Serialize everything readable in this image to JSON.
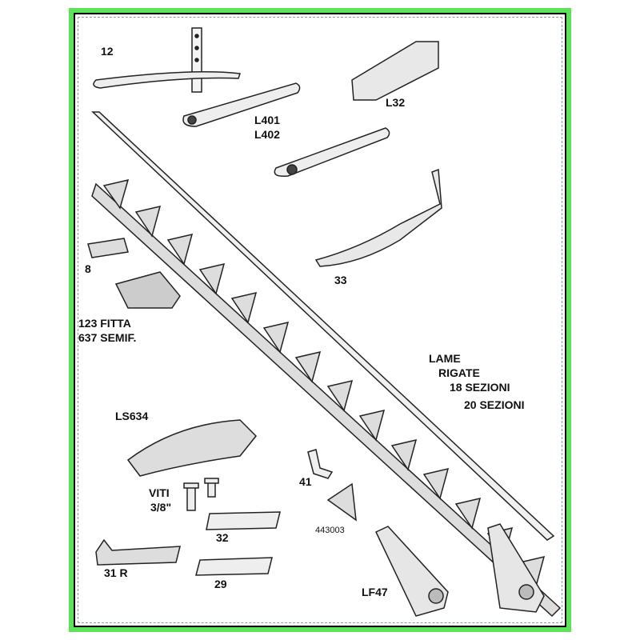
{
  "labels": {
    "part_12": "12",
    "part_l401": "L401",
    "part_l402": "L402",
    "part_l32": "L32",
    "part_8": "8",
    "part_33": "33",
    "part_123": "123 FITTA",
    "part_637": "637 SEMIF.",
    "lame": "LAME",
    "rigate": "RIGATE",
    "sezioni_18": "18 SEZIONI",
    "sezioni_20": "20 SEZIONI",
    "part_ls634": "LS634",
    "viti": "VITI",
    "viti_size": "3/8\"",
    "part_41": "41",
    "part_32": "32",
    "part_443003": "443003",
    "part_31r": "31 R",
    "part_29": "29",
    "part_lf47": "LF47"
  },
  "colors": {
    "frame": "#5de35a",
    "ink": "#111111"
  }
}
